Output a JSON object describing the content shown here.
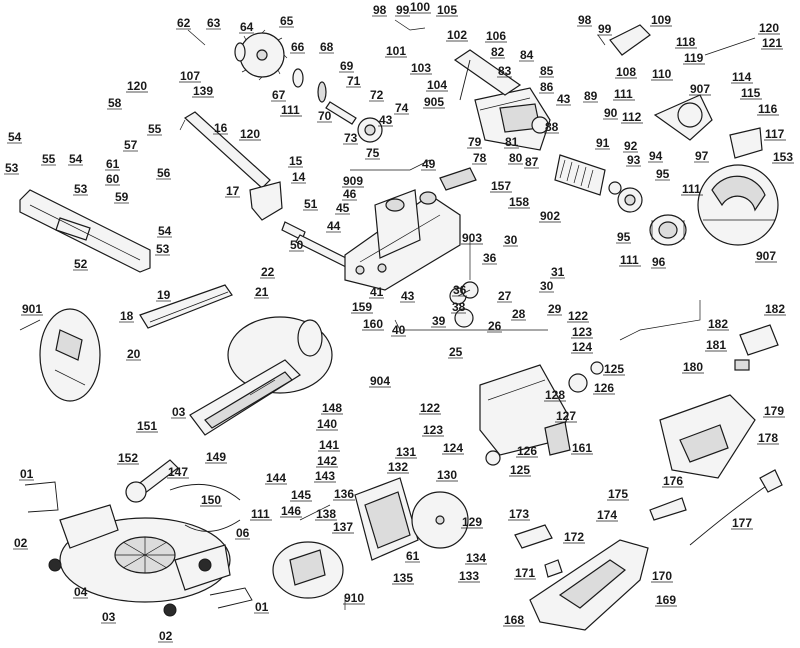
{
  "diagram": {
    "callouts": [
      {
        "id": "98a",
        "text": "98"
      },
      {
        "id": "99a",
        "text": "99"
      },
      {
        "id": "100",
        "text": "100"
      },
      {
        "id": "105",
        "text": "105"
      },
      {
        "id": "62",
        "text": "62"
      },
      {
        "id": "63",
        "text": "63"
      },
      {
        "id": "64",
        "text": "64"
      },
      {
        "id": "65",
        "text": "65"
      },
      {
        "id": "102",
        "text": "102"
      },
      {
        "id": "101",
        "text": "101"
      },
      {
        "id": "103",
        "text": "103"
      },
      {
        "id": "104",
        "text": "104"
      },
      {
        "id": "106",
        "text": "106"
      },
      {
        "id": "82",
        "text": "82"
      },
      {
        "id": "84",
        "text": "84"
      },
      {
        "id": "83",
        "text": "83"
      },
      {
        "id": "85",
        "text": "85"
      },
      {
        "id": "86",
        "text": "86"
      },
      {
        "id": "98b",
        "text": "98"
      },
      {
        "id": "99b",
        "text": "99"
      },
      {
        "id": "109",
        "text": "109"
      },
      {
        "id": "108",
        "text": "108"
      },
      {
        "id": "110",
        "text": "110"
      },
      {
        "id": "120a",
        "text": "120"
      },
      {
        "id": "121",
        "text": "121"
      },
      {
        "id": "118",
        "text": "118"
      },
      {
        "id": "119",
        "text": "119"
      },
      {
        "id": "66",
        "text": "66"
      },
      {
        "id": "68",
        "text": "68"
      },
      {
        "id": "69",
        "text": "69"
      },
      {
        "id": "67",
        "text": "67"
      },
      {
        "id": "71",
        "text": "71"
      },
      {
        "id": "72",
        "text": "72"
      },
      {
        "id": "111a",
        "text": "111"
      },
      {
        "id": "70",
        "text": "70"
      },
      {
        "id": "74",
        "text": "74"
      },
      {
        "id": "905",
        "text": "905"
      },
      {
        "id": "73",
        "text": "73"
      },
      {
        "id": "75",
        "text": "75"
      },
      {
        "id": "107",
        "text": "107"
      },
      {
        "id": "120b",
        "text": "120"
      },
      {
        "id": "139",
        "text": "139"
      },
      {
        "id": "58",
        "text": "58"
      },
      {
        "id": "55a",
        "text": "55"
      },
      {
        "id": "57",
        "text": "57"
      },
      {
        "id": "16",
        "text": "16"
      },
      {
        "id": "120c",
        "text": "120"
      },
      {
        "id": "54a",
        "text": "54"
      },
      {
        "id": "55b",
        "text": "55"
      },
      {
        "id": "54b",
        "text": "54"
      },
      {
        "id": "53a",
        "text": "53"
      },
      {
        "id": "61",
        "text": "61"
      },
      {
        "id": "60",
        "text": "60"
      },
      {
        "id": "53b",
        "text": "53"
      },
      {
        "id": "59",
        "text": "59"
      },
      {
        "id": "56",
        "text": "56"
      },
      {
        "id": "54c",
        "text": "54"
      },
      {
        "id": "53c",
        "text": "53"
      },
      {
        "id": "52",
        "text": "52"
      },
      {
        "id": "15",
        "text": "15"
      },
      {
        "id": "14",
        "text": "14"
      },
      {
        "id": "17",
        "text": "17"
      },
      {
        "id": "51",
        "text": "51"
      },
      {
        "id": "50",
        "text": "50"
      },
      {
        "id": "909",
        "text": "909"
      },
      {
        "id": "46",
        "text": "46"
      },
      {
        "id": "45",
        "text": "45"
      },
      {
        "id": "44",
        "text": "44"
      },
      {
        "id": "43a",
        "text": "43"
      },
      {
        "id": "89",
        "text": "89"
      },
      {
        "id": "43b",
        "text": "43"
      },
      {
        "id": "88",
        "text": "88"
      },
      {
        "id": "90",
        "text": "90"
      },
      {
        "id": "111b",
        "text": "111"
      },
      {
        "id": "907a",
        "text": "907"
      },
      {
        "id": "112",
        "text": "112"
      },
      {
        "id": "114",
        "text": "114"
      },
      {
        "id": "115",
        "text": "115"
      },
      {
        "id": "116",
        "text": "116"
      },
      {
        "id": "117",
        "text": "117"
      },
      {
        "id": "153",
        "text": "153"
      },
      {
        "id": "97",
        "text": "97"
      },
      {
        "id": "79",
        "text": "79"
      },
      {
        "id": "81",
        "text": "81"
      },
      {
        "id": "78",
        "text": "78"
      },
      {
        "id": "80",
        "text": "80"
      },
      {
        "id": "87",
        "text": "87"
      },
      {
        "id": "91",
        "text": "91"
      },
      {
        "id": "92",
        "text": "92"
      },
      {
        "id": "93",
        "text": "93"
      },
      {
        "id": "94",
        "text": "94"
      },
      {
        "id": "95a",
        "text": "95"
      },
      {
        "id": "111c",
        "text": "111"
      },
      {
        "id": "49",
        "text": "49"
      },
      {
        "id": "157",
        "text": "157"
      },
      {
        "id": "158",
        "text": "158"
      },
      {
        "id": "902",
        "text": "902"
      },
      {
        "id": "903",
        "text": "903"
      },
      {
        "id": "95b",
        "text": "95"
      },
      {
        "id": "111d",
        "text": "111"
      },
      {
        "id": "96",
        "text": "96"
      },
      {
        "id": "907b",
        "text": "907"
      },
      {
        "id": "30a",
        "text": "30"
      },
      {
        "id": "36a",
        "text": "36"
      },
      {
        "id": "31",
        "text": "31"
      },
      {
        "id": "22",
        "text": "22"
      },
      {
        "id": "21",
        "text": "21"
      },
      {
        "id": "41",
        "text": "41"
      },
      {
        "id": "43c",
        "text": "43"
      },
      {
        "id": "36b",
        "text": "36"
      },
      {
        "id": "27",
        "text": "27"
      },
      {
        "id": "30b",
        "text": "30"
      },
      {
        "id": "19",
        "text": "19"
      },
      {
        "id": "901",
        "text": "901"
      },
      {
        "id": "159",
        "text": "159"
      },
      {
        "id": "38",
        "text": "38"
      },
      {
        "id": "28",
        "text": "28"
      },
      {
        "id": "29",
        "text": "29"
      },
      {
        "id": "122a",
        "text": "122"
      },
      {
        "id": "182a",
        "text": "182"
      },
      {
        "id": "18",
        "text": "18"
      },
      {
        "id": "160",
        "text": "160"
      },
      {
        "id": "40",
        "text": "40"
      },
      {
        "id": "39",
        "text": "39"
      },
      {
        "id": "26",
        "text": "26"
      },
      {
        "id": "123a",
        "text": "123"
      },
      {
        "id": "182b",
        "text": "182"
      },
      {
        "id": "20",
        "text": "20"
      },
      {
        "id": "124a",
        "text": "124"
      },
      {
        "id": "181",
        "text": "181"
      },
      {
        "id": "25",
        "text": "25"
      },
      {
        "id": "125a",
        "text": "125"
      },
      {
        "id": "904",
        "text": "904"
      },
      {
        "id": "126a",
        "text": "126"
      },
      {
        "id": "180",
        "text": "180"
      },
      {
        "id": "128",
        "text": "128"
      },
      {
        "id": "127",
        "text": "127"
      },
      {
        "id": "179",
        "text": "179"
      },
      {
        "id": "148",
        "text": "148"
      },
      {
        "id": "122b",
        "text": "122"
      },
      {
        "id": "03a",
        "text": "03"
      },
      {
        "id": "151",
        "text": "151"
      },
      {
        "id": "140",
        "text": "140"
      },
      {
        "id": "123b",
        "text": "123"
      },
      {
        "id": "178",
        "text": "178"
      },
      {
        "id": "141",
        "text": "141"
      },
      {
        "id": "161",
        "text": "161"
      },
      {
        "id": "124b",
        "text": "124"
      },
      {
        "id": "142",
        "text": "142"
      },
      {
        "id": "126b",
        "text": "126"
      },
      {
        "id": "152",
        "text": "152"
      },
      {
        "id": "149",
        "text": "149"
      },
      {
        "id": "143",
        "text": "143"
      },
      {
        "id": "131",
        "text": "131"
      },
      {
        "id": "147",
        "text": "147"
      },
      {
        "id": "125b",
        "text": "125"
      },
      {
        "id": "132",
        "text": "132"
      },
      {
        "id": "130",
        "text": "130"
      },
      {
        "id": "01a",
        "text": "01"
      },
      {
        "id": "144",
        "text": "144"
      },
      {
        "id": "145",
        "text": "145"
      },
      {
        "id": "150",
        "text": "150"
      },
      {
        "id": "136",
        "text": "136"
      },
      {
        "id": "175",
        "text": "175"
      },
      {
        "id": "176",
        "text": "176"
      },
      {
        "id": "111e",
        "text": "111"
      },
      {
        "id": "146",
        "text": "146"
      },
      {
        "id": "138",
        "text": "138"
      },
      {
        "id": "137",
        "text": "137"
      },
      {
        "id": "174",
        "text": "174"
      },
      {
        "id": "06",
        "text": "06"
      },
      {
        "id": "173",
        "text": "173"
      },
      {
        "id": "129",
        "text": "129"
      },
      {
        "id": "177",
        "text": "177"
      },
      {
        "id": "02a",
        "text": "02"
      },
      {
        "id": "172",
        "text": "172"
      },
      {
        "id": "61b",
        "text": "61"
      },
      {
        "id": "134",
        "text": "134"
      },
      {
        "id": "135",
        "text": "135"
      },
      {
        "id": "133",
        "text": "133"
      },
      {
        "id": "171",
        "text": "171"
      },
      {
        "id": "170",
        "text": "170"
      },
      {
        "id": "04",
        "text": "04"
      },
      {
        "id": "01b",
        "text": "01"
      },
      {
        "id": "910",
        "text": "910"
      },
      {
        "id": "169",
        "text": "169"
      },
      {
        "id": "03b",
        "text": "03"
      },
      {
        "id": "168",
        "text": "168"
      },
      {
        "id": "02b",
        "text": "02"
      }
    ]
  }
}
